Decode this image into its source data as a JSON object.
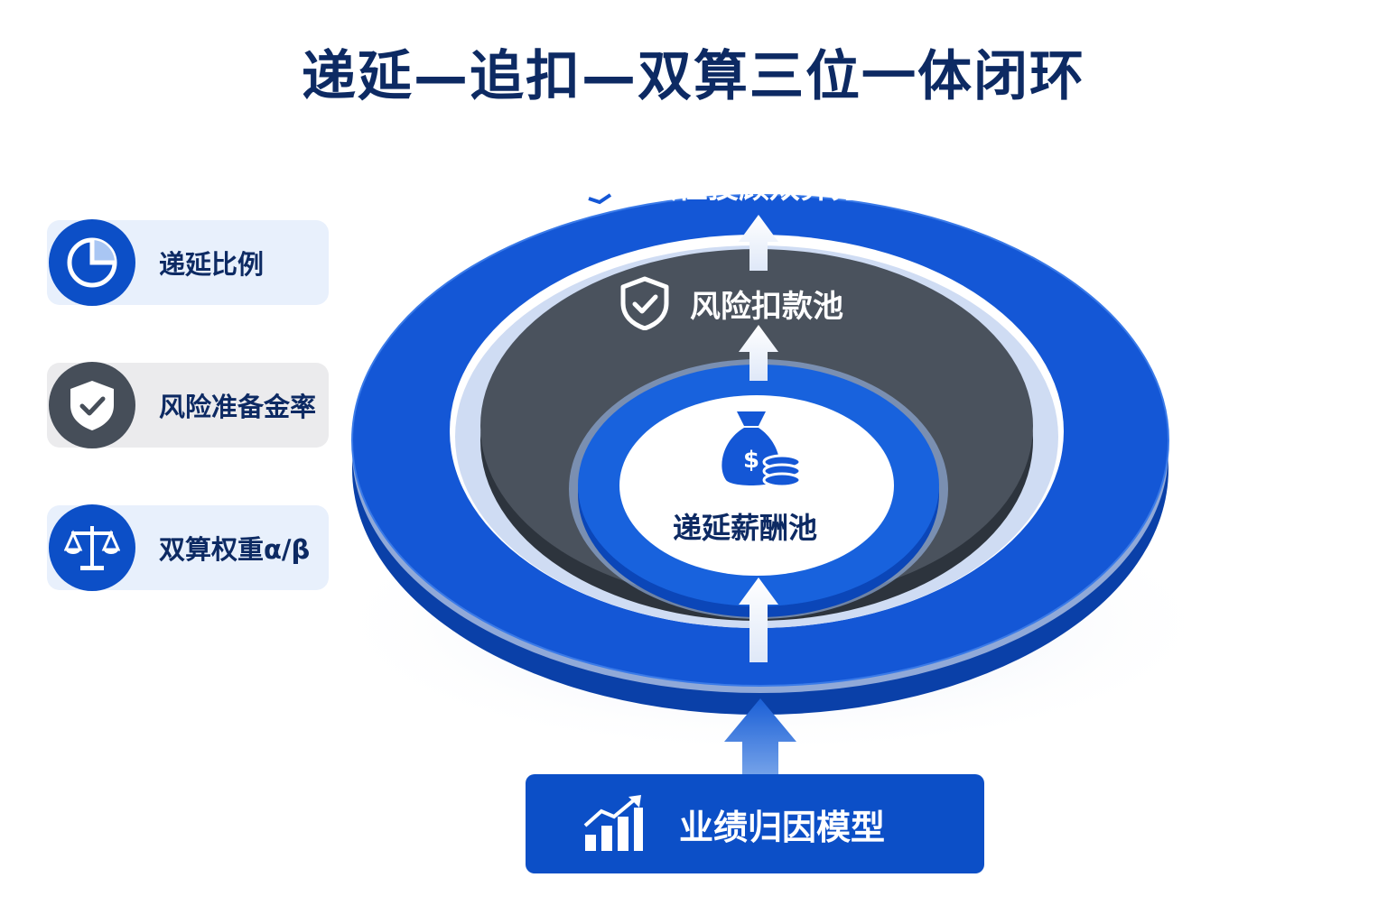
{
  "title": "递延—追扣—双算三位一体闭环",
  "rings": {
    "outer": {
      "label": "接任投顾双算分配",
      "icon": "advisors-icon"
    },
    "middle": {
      "label": "风险扣款池",
      "icon": "shield-check-icon"
    },
    "inner": {
      "label": "递延薪酬池",
      "icon": "money-bag-icon"
    }
  },
  "side_cards": [
    {
      "label": "递延比例",
      "icon": "pie-chart-icon"
    },
    {
      "label": "风险准备金率",
      "icon": "shield-check-icon"
    },
    {
      "label": "双算权重α/β",
      "icon": "balance-scale-icon"
    }
  ],
  "bottom": {
    "label": "业绩归因模型",
    "icon": "bar-chart-growth-icon"
  },
  "colors": {
    "primary_blue": "#0c4fc7",
    "dark_gray": "#464e59",
    "title_navy": "#0d2a63"
  }
}
